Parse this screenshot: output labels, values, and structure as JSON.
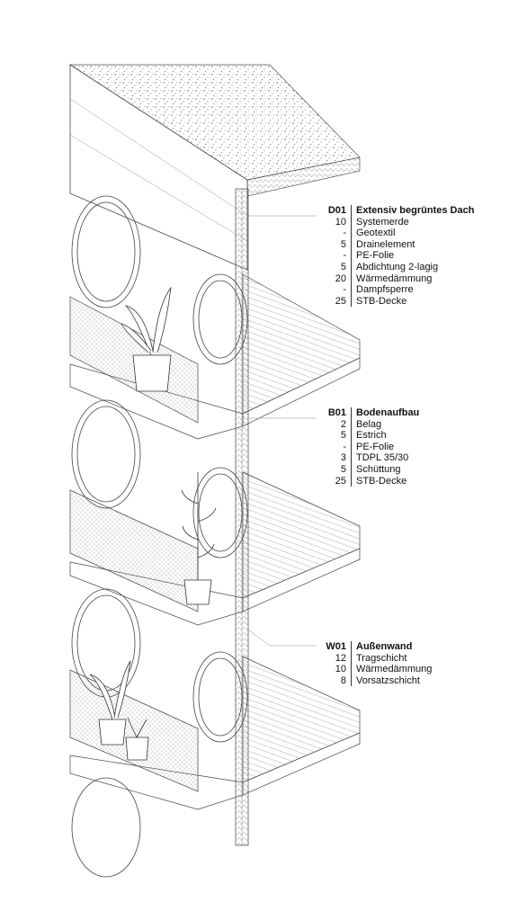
{
  "legends": {
    "d01": {
      "code": "D01",
      "title": "Extensiv begrüntes Dach",
      "layers": [
        {
          "thickness": "10",
          "material": "Systemerde"
        },
        {
          "thickness": "-",
          "material": "Geotextil"
        },
        {
          "thickness": "5",
          "material": "Drainelement"
        },
        {
          "thickness": "-",
          "material": "PE-Folie"
        },
        {
          "thickness": "5",
          "material": "Abdichtung 2-lagig"
        },
        {
          "thickness": "20",
          "material": "Wärmedämmung"
        },
        {
          "thickness": "-",
          "material": "Dampfsperre"
        },
        {
          "thickness": "25",
          "material": "STB-Decke"
        }
      ]
    },
    "b01": {
      "code": "B01",
      "title": "Bodenaufbau",
      "layers": [
        {
          "thickness": "2",
          "material": "Belag"
        },
        {
          "thickness": "5",
          "material": "Estrich"
        },
        {
          "thickness": "-",
          "material": "PE-Folie"
        },
        {
          "thickness": "3",
          "material": "TDPL 35/30"
        },
        {
          "thickness": "5",
          "material": "Schüttung"
        },
        {
          "thickness": "25",
          "material": "STB-Decke"
        }
      ]
    },
    "w01": {
      "code": "W01",
      "title": "Außenwand",
      "layers": [
        {
          "thickness": "12",
          "material": "Tragschicht"
        },
        {
          "thickness": "10",
          "material": "Wärmedämmung"
        },
        {
          "thickness": "8",
          "material": "Vorsatzschicht"
        }
      ]
    }
  }
}
